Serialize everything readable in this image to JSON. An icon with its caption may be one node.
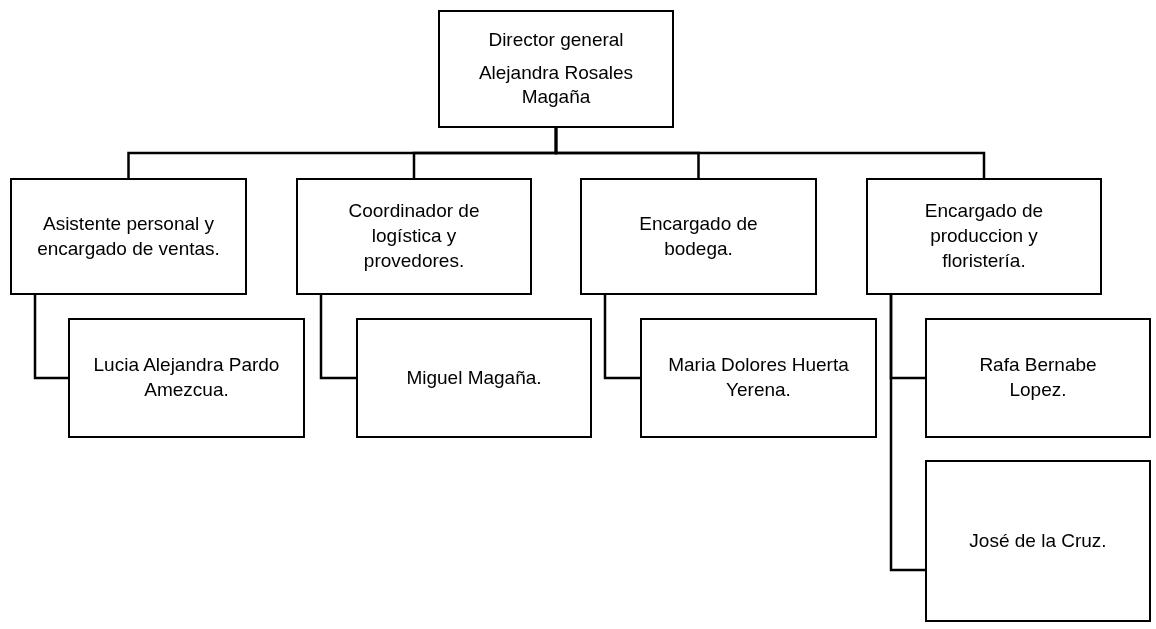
{
  "diagram": {
    "nodes": [
      {
        "text": [
          "Director general",
          "Alejandra Rosales Magaña"
        ]
      },
      {
        "text": [
          "Asistente personal y encargado de ventas."
        ]
      },
      {
        "text": [
          "Coordinador de logística y provedores."
        ]
      },
      {
        "text": [
          "Encargado de bodega."
        ]
      },
      {
        "text": [
          "Encargado de produccion y floristería."
        ]
      },
      {
        "text": [
          "Lucia Alejandra Pardo Amezcua."
        ]
      },
      {
        "text": [
          "Miguel Magaña."
        ]
      },
      {
        "text": [
          "Maria Dolores Huerta Yerena."
        ]
      },
      {
        "text": [
          "Rafa Bernabe Lopez."
        ]
      },
      {
        "text": [
          "José de la Cruz."
        ]
      }
    ],
    "edges": [
      {
        "from": 0,
        "to": 1,
        "arrow": "none"
      },
      {
        "from": 0,
        "to": 2,
        "arrow": "none"
      },
      {
        "from": 0,
        "to": 3,
        "arrow": "none"
      },
      {
        "from": 0,
        "to": 4,
        "arrow": "none"
      },
      {
        "from": 1,
        "to": 5,
        "arrow": "none"
      },
      {
        "from": 2,
        "to": 6,
        "arrow": "none"
      },
      {
        "from": 3,
        "to": 7,
        "arrow": "none"
      },
      {
        "from": 4,
        "to": 8,
        "arrow": "none"
      },
      {
        "from": 4,
        "to": 9,
        "arrow": "none"
      }
    ]
  }
}
